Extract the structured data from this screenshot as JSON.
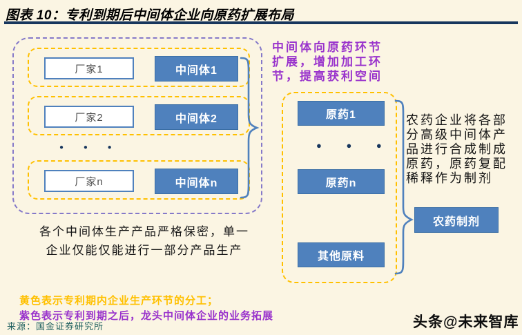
{
  "header": {
    "title": "图表 10：专利到期后中间体企业向原药扩展布局"
  },
  "diagram": {
    "factories": [
      {
        "label": "厂家1",
        "intermediate": "中间体1"
      },
      {
        "label": "厂家2",
        "intermediate": "中间体2"
      },
      {
        "label": "厂家n",
        "intermediate": "中间体n"
      }
    ],
    "left_ellipsis": "● ● ●",
    "purple_note": "中间体向原药环节\n扩展，增加加工环\n节，提高获利空间",
    "right_column": {
      "box_top": "原药1",
      "ellipsis": "● ● ●",
      "box_bottom": "原药n",
      "box_other": "其他原料"
    },
    "right_note": "农药企业将各部\n分高级中间体产\n品进行合成制成\n原药，原药复配\n稀释作为制剂",
    "formulation_box": "农药制剂",
    "secrecy_note": "各个中间体生产产品严格保密，单一\n企业仅能仅能进行一部分产品生产"
  },
  "legend": {
    "yellow_note": "黄色表示专利期内企业生产环节的分工；",
    "purple_note": "紫色表示专利到期之后，龙头中间体企业的业务拓展"
  },
  "footer": {
    "source": "来源：国金证券研究所",
    "watermark": "头条@未来智库"
  },
  "colors": {
    "background": "#FBF5E3",
    "title_rule": "#17365D",
    "box_blue": "#4F81BD",
    "dash_yellow": "#FFC000",
    "dash_purple": "#8579C9",
    "text_purple": "#9933CC",
    "source_text": "#1E5F5E"
  }
}
